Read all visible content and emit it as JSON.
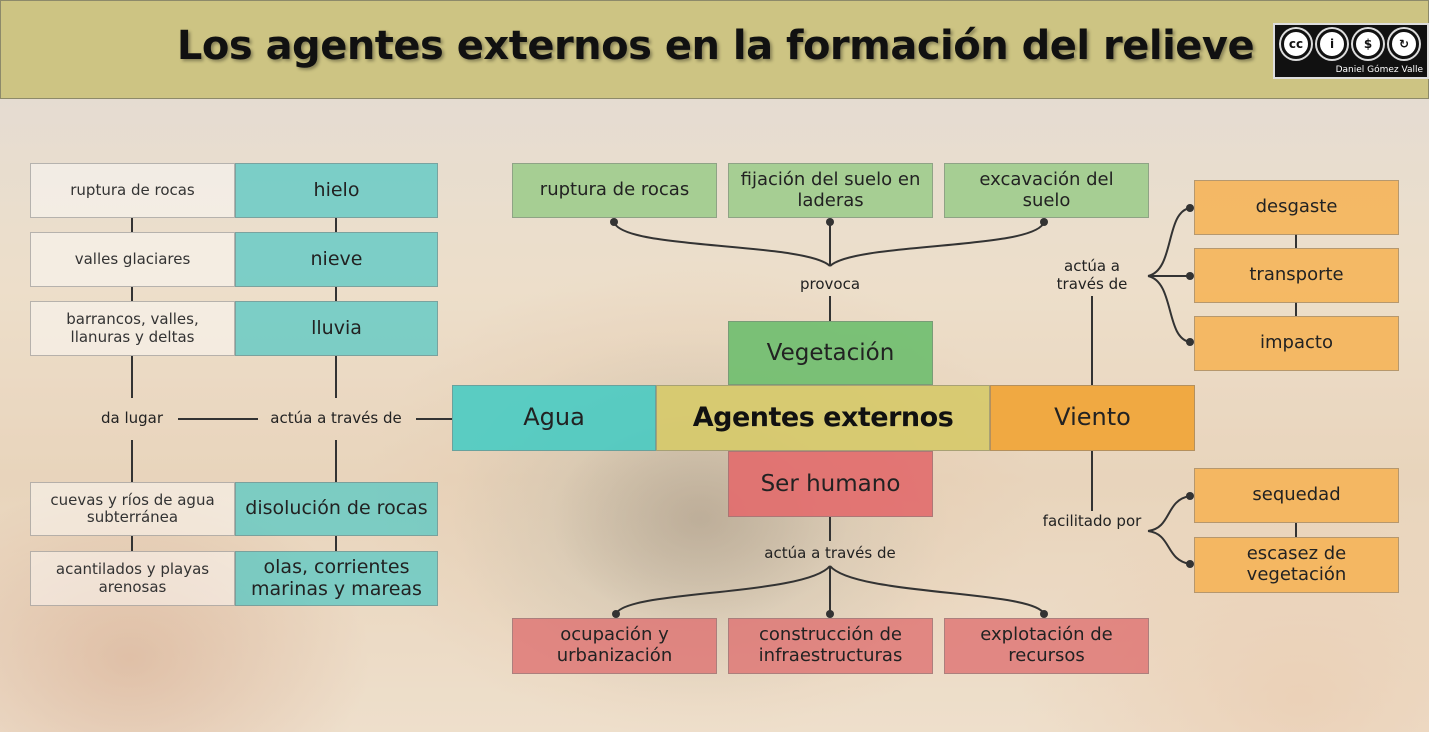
{
  "header": {
    "title": "Los agentes externos en la formación del relieve",
    "license_icons": [
      "cc-icon",
      "by-icon",
      "nc-icon",
      "sa-icon"
    ],
    "license_glyphs": [
      "cc",
      "i",
      "$",
      "↻"
    ],
    "author": "Daniel Gómez Valle"
  },
  "center": {
    "agentes": "Agentes externos",
    "agua": "Agua",
    "vegetacion": "Vegetación",
    "viento": "Viento",
    "humano": "Ser humano"
  },
  "agua": {
    "connector": "actúa a través de",
    "result_connector": "da lugar",
    "agents": [
      "hielo",
      "nieve",
      "lluvia",
      "disolución de rocas",
      "olas, corrientes marinas y mareas"
    ],
    "results": [
      "ruptura de rocas",
      "valles glaciares",
      "barrancos, valles, llanuras y deltas",
      "cuevas y ríos de agua subterránea",
      "acantilados y playas arenosas"
    ]
  },
  "vegetacion": {
    "connector": "provoca",
    "effects": [
      "ruptura de rocas",
      "fijación del suelo en laderas",
      "excavación del suelo"
    ]
  },
  "viento": {
    "connector_top": "actúa a través de",
    "actions": [
      "desgaste",
      "transporte",
      "impacto"
    ],
    "connector_bottom": "facilitado por",
    "factors": [
      "sequedad",
      "escasez de vegetación"
    ]
  },
  "humano": {
    "connector": "actúa a través de",
    "actions": [
      "ocupación y urbanización",
      "construcción de infraestructuras",
      "explotación de recursos"
    ]
  },
  "colors": {
    "header": "#cdc483",
    "agua": "#46cbc3",
    "vegetacion": "#6ebe6e",
    "agentes": "#d6c96c",
    "viento": "#f0a537",
    "humano": "#e26e6e"
  }
}
